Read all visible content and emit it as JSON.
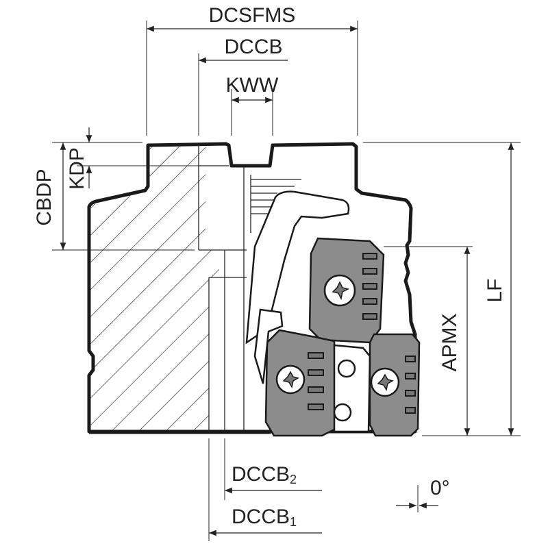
{
  "labels": {
    "dcsfms": "DCSFMS",
    "dccb": "DCCB",
    "kww": "KWW",
    "kdp": "KDP",
    "cbdp": "CBDP",
    "apmx": "APMX",
    "lf": "LF",
    "dccb2_main": "DCCB",
    "dccb2_sub": "2",
    "dccb1_main": "DCCB",
    "dccb1_sub": "1",
    "angle": "0°"
  },
  "colors": {
    "line": "#1a1a1a",
    "insert": "#8c8c8c"
  }
}
